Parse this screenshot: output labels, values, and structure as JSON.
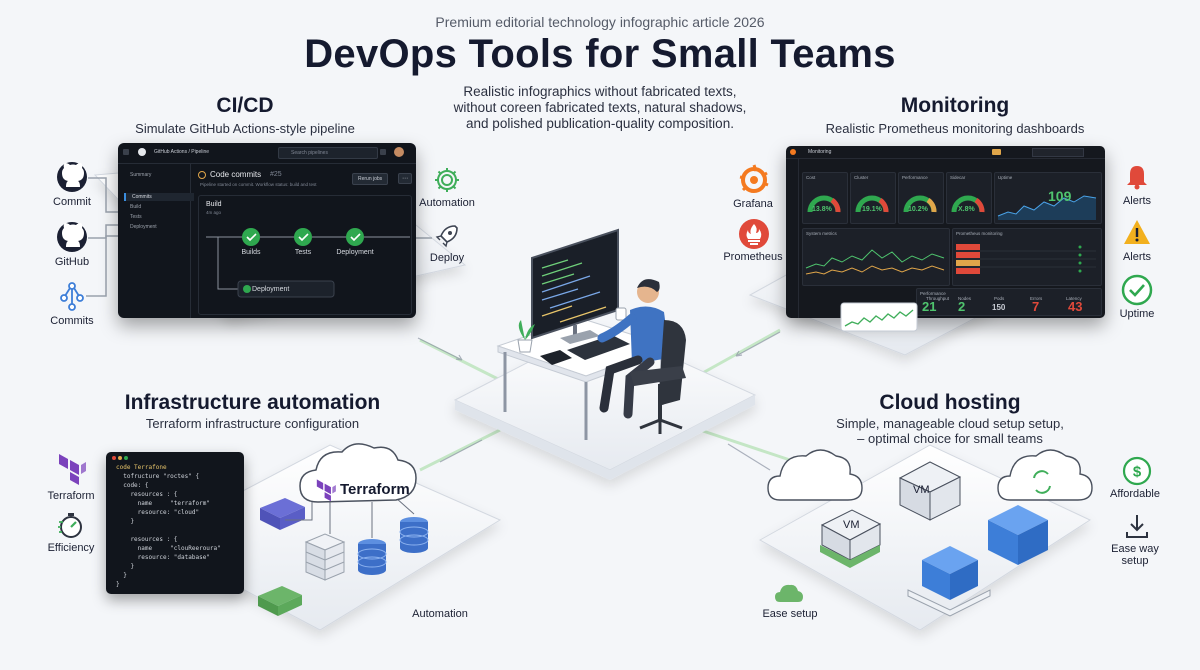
{
  "header": {
    "eyebrow": "Premium editorial technology infographic article 2026",
    "title": "DevOps Tools for Small Teams",
    "lead_lines": [
      "Realistic infographics without fabricated texts,",
      "without coreen fabricated texts, natural shadows,",
      "and polished publication-quality composition."
    ]
  },
  "cicd": {
    "title": "CI/CD",
    "subtitle": "Simulate GitHub Actions-style pipeline",
    "left_items": [
      "Commit",
      "GitHub",
      "Commits"
    ],
    "right_items": [
      "Automation",
      "Deploy"
    ],
    "window": {
      "breadcrumb": "GitHub Actions / Pipeline",
      "search_placeholder": "Search pipelines",
      "sidebar": [
        "Summary",
        "Commits",
        "Build",
        "Tests",
        "Deployment"
      ],
      "heading": "Code commits",
      "heading_num": "#25",
      "subtext": "Pipeline started on commit. Workflow status: build and test",
      "button": "Rerun jobs",
      "job_title": "Build",
      "job_meta": "4m ago",
      "nodes": [
        "Builds",
        "Tests",
        "Deployment"
      ],
      "bottom_node": "Deployment"
    }
  },
  "monitoring": {
    "title": "Monitoring",
    "subtitle": "Realistic Prometheus monitoring dashboards",
    "left_items": [
      "Grafana",
      "Prometheus"
    ],
    "right_items": [
      "Alerts",
      "Alerts",
      "Uptime"
    ],
    "dashboard": {
      "title": "Monitoring",
      "gauge_titles": [
        "Cost",
        "Cluster",
        "Performance",
        "Sidecar"
      ],
      "gauges": [
        "13.8%",
        "19.1%",
        "10.2%",
        "X.8%"
      ],
      "big_stat_title": "Uptime",
      "big_stat": "109",
      "panel_system": "System metrics",
      "panel_prom": "Prometheus monitoring",
      "panel_perf": "Performance",
      "stats": [
        {
          "label": "Throughput",
          "value": "21",
          "color": "#4fc46e"
        },
        {
          "label": "Nodes",
          "value": "2",
          "color": "#4fc46e"
        },
        {
          "label": "Pods",
          "value": "150",
          "color": "#c8ccd4"
        },
        {
          "label": "Errors",
          "value": "7",
          "color": "#e0493a"
        },
        {
          "label": "Latency",
          "value": "43",
          "color": "#e0493a"
        }
      ]
    }
  },
  "infra": {
    "title": "Infrastructure automation",
    "subtitle": "Terraform infrastructure configuration",
    "left_items": [
      "Terraform",
      "Efficiency"
    ],
    "cloud_label": "Terraform",
    "bottom_label": "Automation",
    "code_lines": [
      "code Terrafone",
      "  tofructure \"roctes\" {",
      "  code: {",
      "    resources : {",
      "      name     \"terraform\"",
      "      resource: \"cloud\"",
      "    }",
      "",
      "    resources : {",
      "      name     \"clouReeroura\"",
      "      resource: \"database\"",
      "    }",
      "  }",
      "}"
    ]
  },
  "cloud": {
    "title": "Cloud hosting",
    "subtitle_lines": [
      "Simple, manageable cloud setup setup,",
      "– optimal choice for small teams"
    ],
    "vm_labels": [
      "VM",
      "VM"
    ],
    "right_items": [
      "Affordable",
      "Ease way setup"
    ],
    "bottom_label": "Ease setup"
  },
  "colors": {
    "terraform": "#7b42bc",
    "success": "#2fa84f",
    "alert_red": "#e0493a",
    "alert_yellow": "#f2b01e",
    "container_blue": "#3d7ed8",
    "grafana": "#f47a20"
  }
}
